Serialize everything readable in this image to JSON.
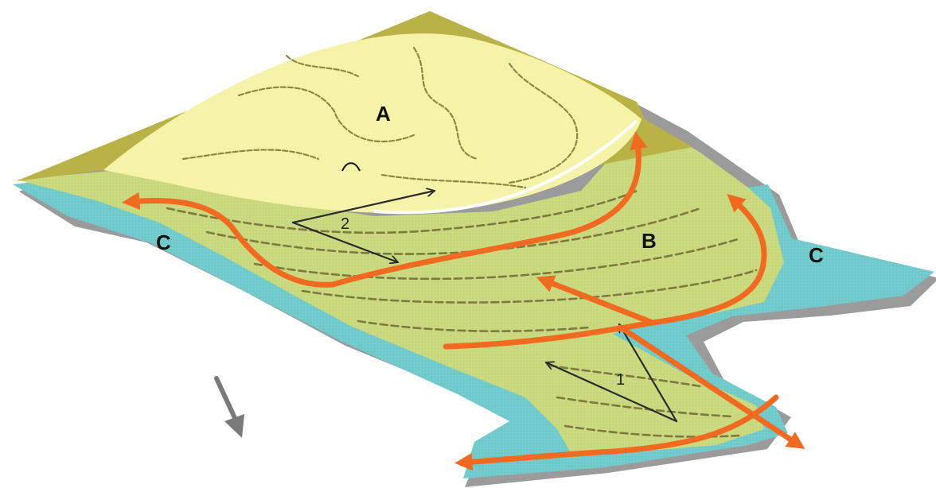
{
  "labels": {
    "zone_a": "A",
    "zone_b": "B",
    "zone_c_left": "C",
    "zone_c_right": "C",
    "num_1": "1",
    "num_2": "2"
  },
  "colors": {
    "zone_a_fill": "#f5f2a6",
    "zone_a_rim": "#b9b246",
    "zone_b_fill": "#c7d77a",
    "zone_c_fill": "#6cc8c9",
    "flow_arrow": "#f26a1f",
    "shadow": "#8a8a8a",
    "contour_dark": "#6f6a32"
  },
  "icons": {
    "slope_arrow": "down-right-arrow-icon",
    "crest_mark": "cap-arc-icon"
  }
}
